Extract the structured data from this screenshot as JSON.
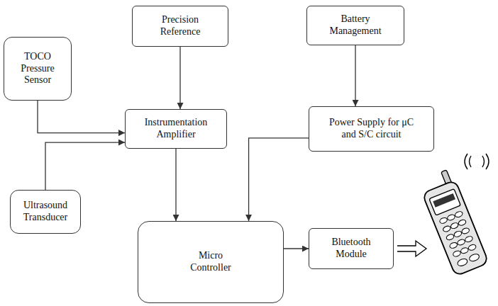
{
  "diagram": {
    "nodes": [
      {
        "text": [
          "TOCO Pressure Sensor"
        ]
      },
      {
        "text": [
          "Precision Reference"
        ]
      },
      {
        "text": [
          "Battery Management"
        ]
      },
      {
        "text": [
          "Instrumentation Amplifier"
        ]
      },
      {
        "text": [
          "Power Supply for μC and S/C circuit"
        ]
      },
      {
        "text": [
          "Ultrasound Transducer"
        ]
      },
      {
        "text": [
          "Micro Controller"
        ]
      },
      {
        "text": [
          "Bluetooth Module"
        ]
      }
    ],
    "edges": [
      {
        "from": 0,
        "to": 3,
        "arrow": "to"
      },
      {
        "from": 5,
        "to": 3,
        "arrow": "to"
      },
      {
        "from": 1,
        "to": 3,
        "arrow": "to"
      },
      {
        "from": 2,
        "to": 4,
        "arrow": "to"
      },
      {
        "from": 3,
        "to": 6,
        "arrow": "to"
      },
      {
        "from": 4,
        "to": 6,
        "arrow": "to"
      },
      {
        "from": 6,
        "to": 7,
        "arrow": "to"
      }
    ]
  }
}
